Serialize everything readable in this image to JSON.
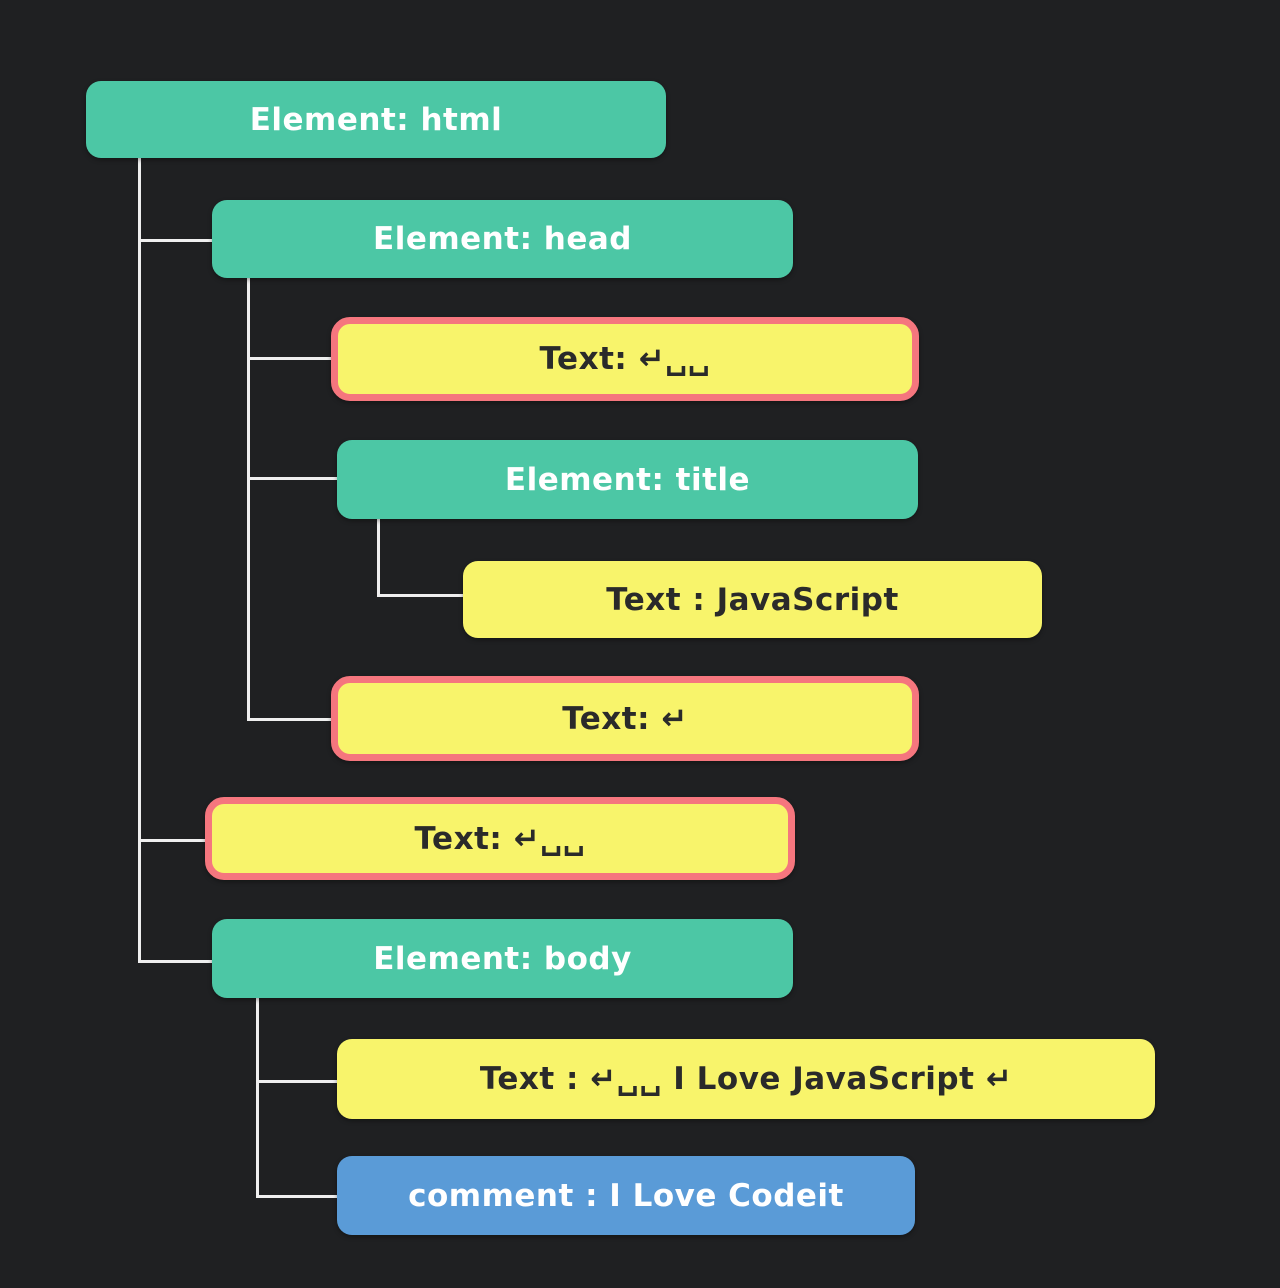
{
  "colors": {
    "background": "#1F2022",
    "element_box": "#4CC7A5",
    "text_box": "#F8F46B",
    "highlight_border": "#F5767E",
    "comment_box": "#5A9BD7",
    "connector": "#EFEFEF",
    "element_label_text": "#FFFFFF",
    "text_label_text": "#2A2A2A"
  },
  "nodes": {
    "html": {
      "label": "Element: html",
      "kind": "element"
    },
    "head": {
      "label": "Element: head",
      "kind": "element"
    },
    "head_text_1": {
      "label": "Text: ↵␣␣",
      "kind": "text",
      "highlighted": true
    },
    "title": {
      "label": "Element: title",
      "kind": "element"
    },
    "title_text": {
      "label": "Text : JavaScript",
      "kind": "text",
      "highlighted": false
    },
    "head_text_2": {
      "label": "Text: ↵",
      "kind": "text",
      "highlighted": true
    },
    "html_text": {
      "label": "Text: ↵␣␣",
      "kind": "text",
      "highlighted": true
    },
    "body": {
      "label": "Element: body",
      "kind": "element"
    },
    "body_text": {
      "label": "Text : ↵␣␣ I Love JavaScript ↵",
      "kind": "text",
      "highlighted": false
    },
    "body_comment": {
      "label": "comment : I Love Codeit",
      "kind": "comment"
    }
  }
}
